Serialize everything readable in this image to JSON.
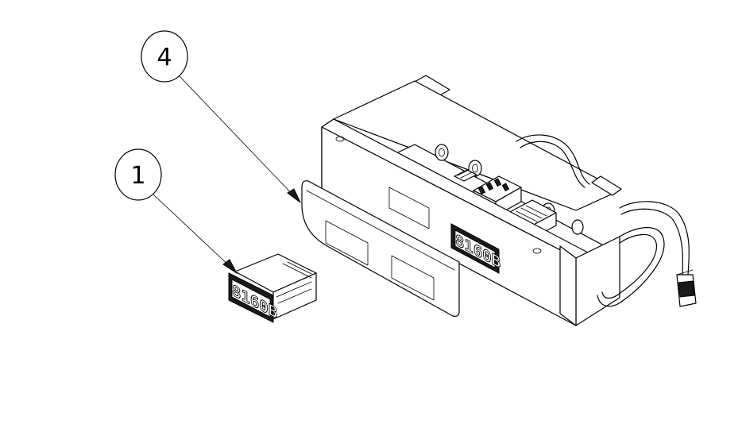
{
  "callouts": [
    {
      "id": "callout-1",
      "label": "1"
    },
    {
      "id": "callout-4",
      "label": "4"
    }
  ],
  "display_readout": "8160B"
}
